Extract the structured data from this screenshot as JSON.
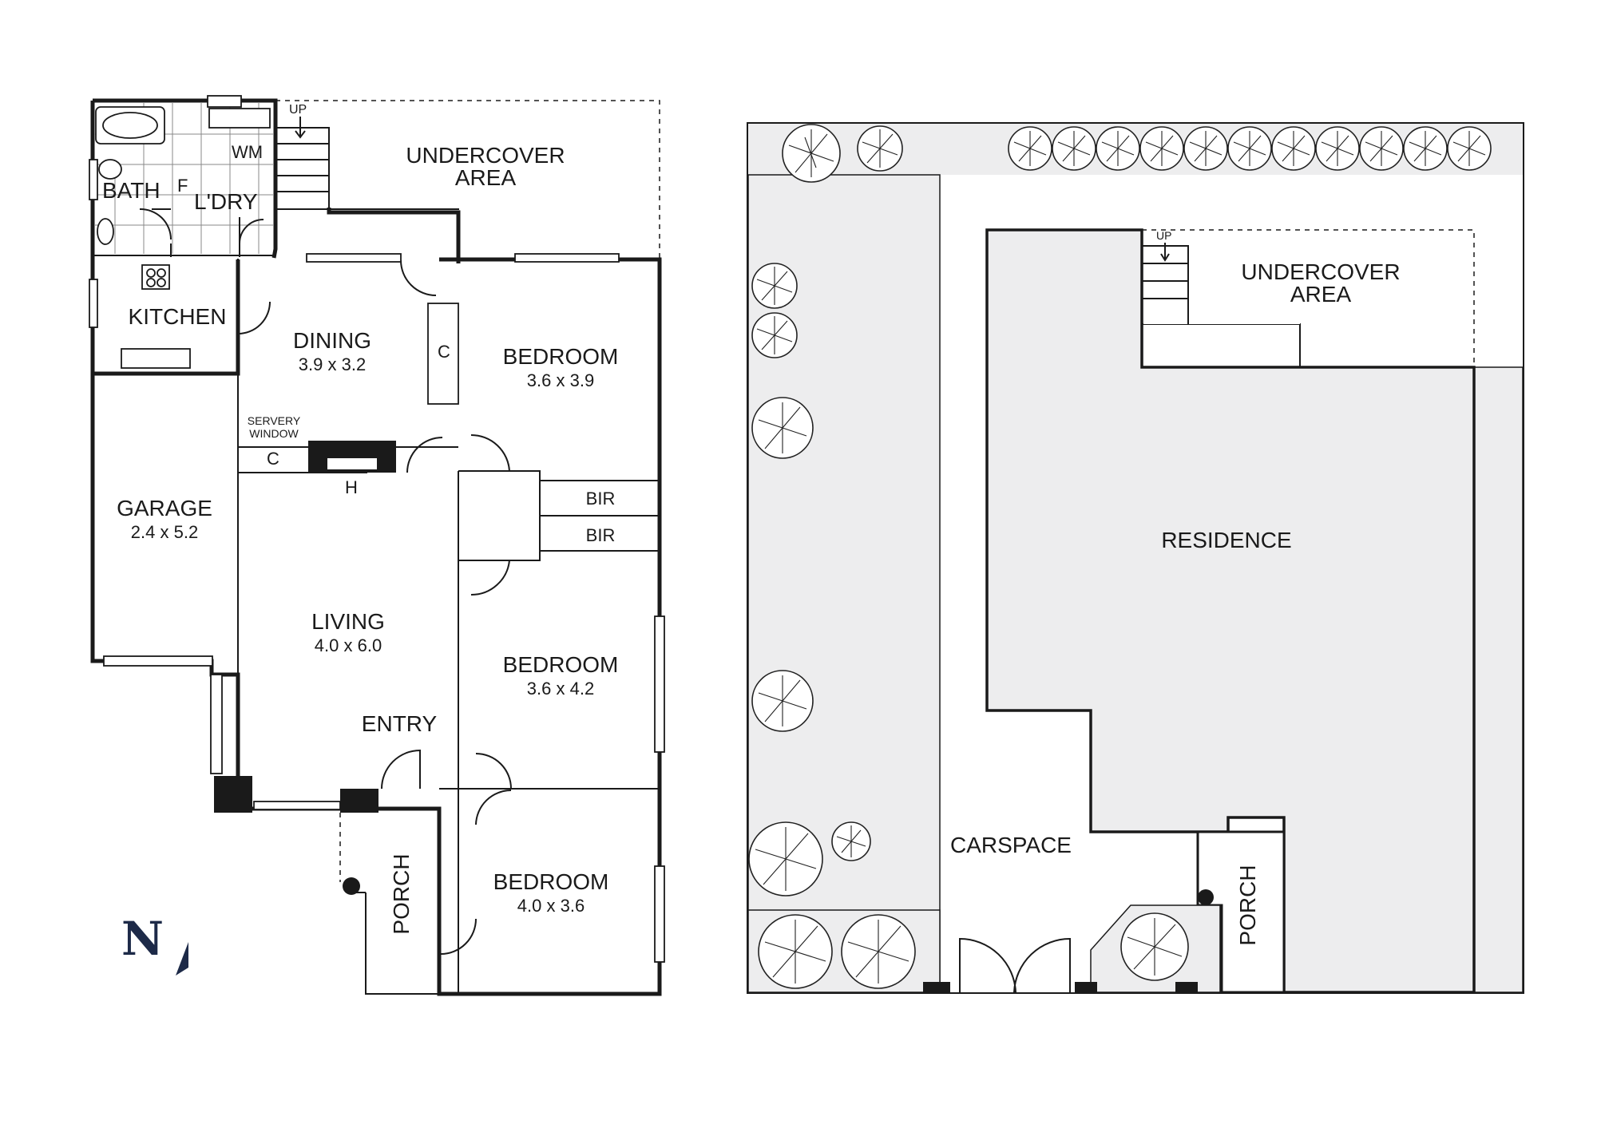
{
  "floor_plan": {
    "rooms": {
      "bath": "BATH",
      "fridge": "F",
      "laundry": "L'DRY",
      "wm": "WM",
      "stairs_up": "UP",
      "undercover_1": "UNDERCOVER",
      "undercover_2": "AREA",
      "kitchen": "KITCHEN",
      "dining": "DINING",
      "dining_dim": "3.9 x 3.2",
      "cupboard": "C",
      "bedroom1": "BEDROOM",
      "bedroom1_dim": "3.6 x 3.9",
      "servery_1": "SERVERY",
      "servery_2": "WINDOW",
      "cupboard2": "C",
      "heater": "H",
      "bir1": "BIR",
      "bir2": "BIR",
      "garage": "GARAGE",
      "garage_dim": "2.4 x 5.2",
      "living": "LIVING",
      "living_dim": "4.0 x 6.0",
      "bedroom2": "BEDROOM",
      "bedroom2_dim": "3.6 x 4.2",
      "entry": "ENTRY",
      "porch": "PORCH",
      "bedroom3": "BEDROOM",
      "bedroom3_dim": "4.0 x 3.6"
    },
    "compass": "N"
  },
  "site_plan": {
    "stairs_up": "UP",
    "undercover_1": "UNDERCOVER",
    "undercover_2": "AREA",
    "residence": "RESIDENCE",
    "carspace": "CARSPACE",
    "porch": "PORCH"
  },
  "colors": {
    "line": "#1a1a1a",
    "site_fill": "#ededee",
    "background": "#ffffff"
  }
}
